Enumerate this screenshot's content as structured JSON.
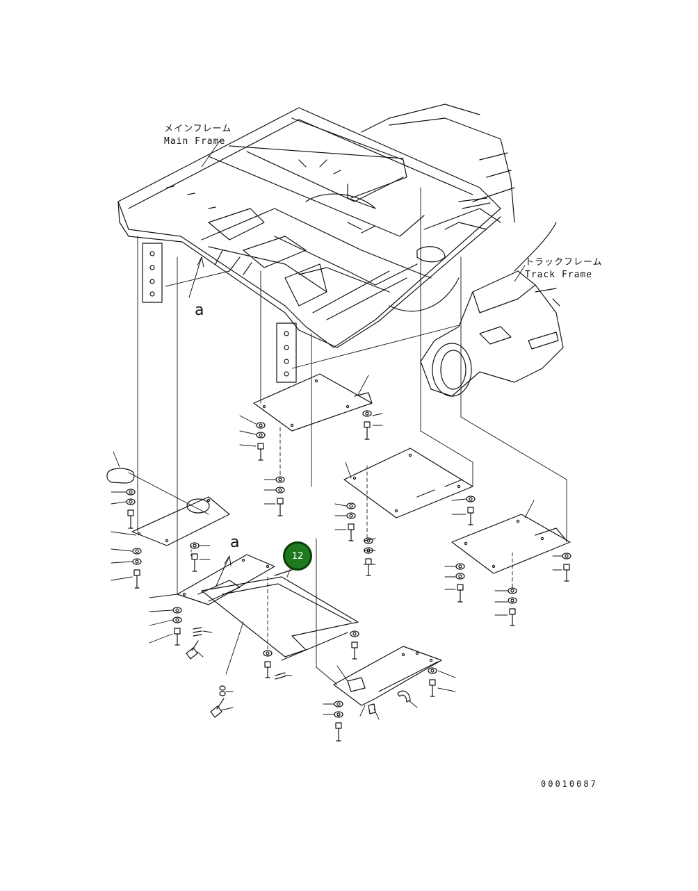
{
  "labels": {
    "main_frame_jp": "メインフレーム",
    "main_frame_en": "Main Frame",
    "track_frame_jp": "トラックフレーム",
    "track_frame_en": "Track Frame",
    "view_a_top": "a",
    "view_a_bottom": "a",
    "drawing_number": "00010087"
  },
  "callout": {
    "number": "12",
    "color": "#1f7a1f"
  }
}
